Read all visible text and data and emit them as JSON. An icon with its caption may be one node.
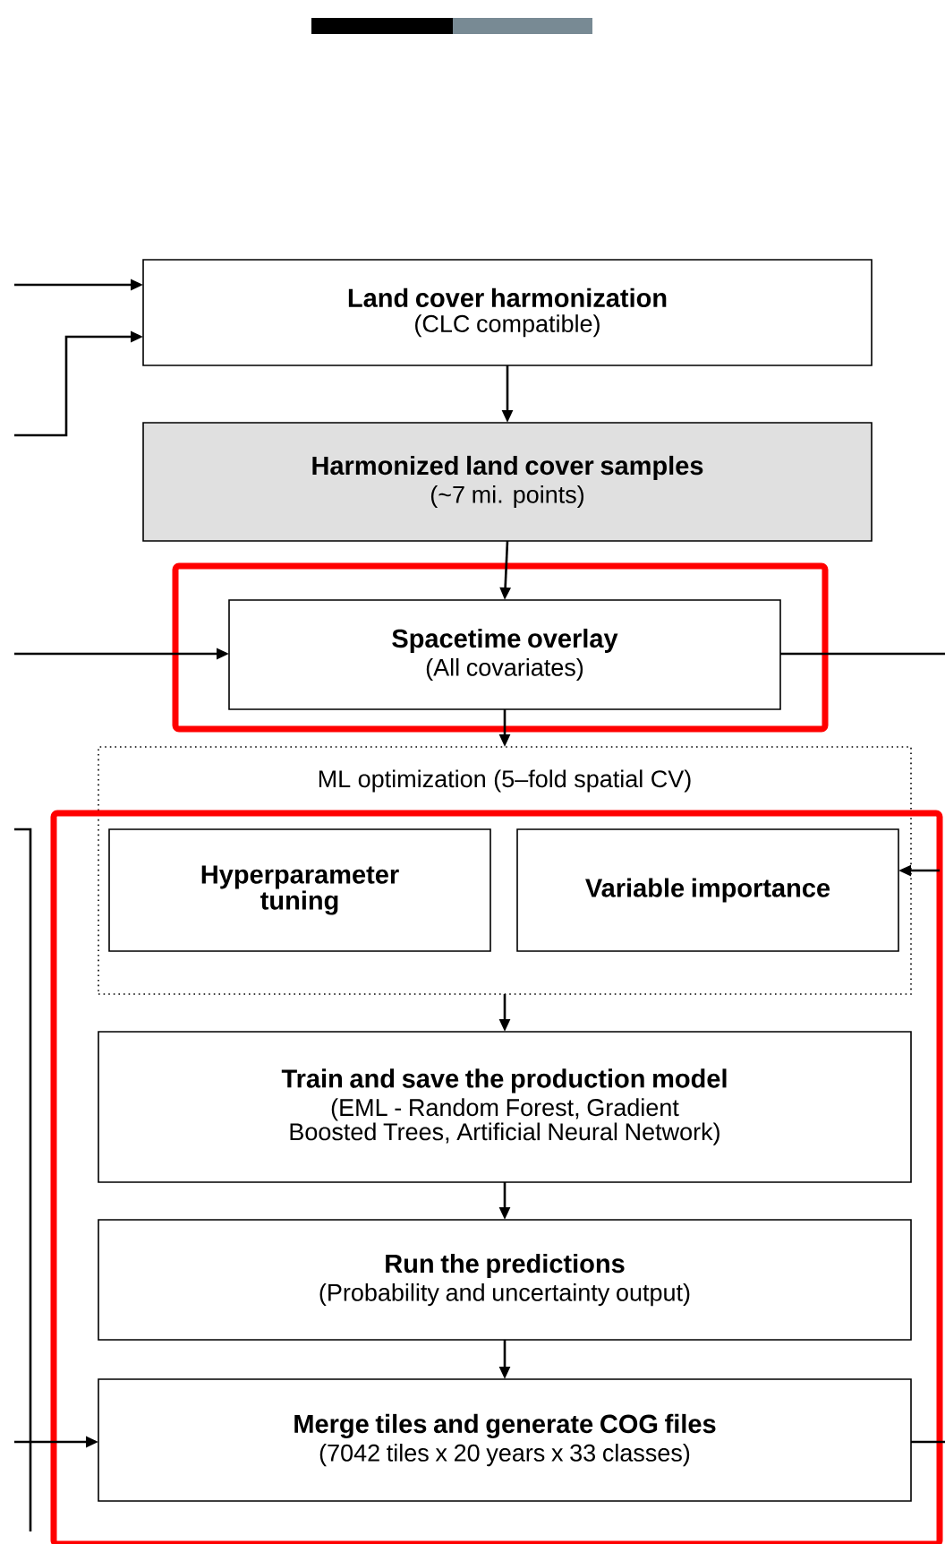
{
  "diagram": {
    "nodes": [
      {
        "text": [
          "Land cover harmonization",
          "(CLC compatible)"
        ]
      },
      {
        "text": [
          "Harmonized land cover samples",
          "(~7 mi. points)"
        ]
      },
      {
        "text": [],
        "shape": "box"
      },
      {
        "text": [
          "Spacetime overlay",
          "(All covariates)"
        ],
        "in": 2
      },
      {
        "text": [
          "ML optimization (5–fold spatial CV)"
        ]
      },
      {
        "text": [],
        "shape": "box"
      },
      {
        "text": [
          "Hyperparameter tuning"
        ]
      },
      {
        "text": [
          "Variable importance"
        ]
      },
      {
        "text": [
          "Train and save the production model",
          "(EML - Random Forest, Gradient Boosted Trees, Artificial Neural Network)"
        ],
        "in": 5
      },
      {
        "text": [
          "Run the predictions",
          "(Probability and uncertainty output)"
        ],
        "in": 5
      },
      {
        "text": [
          "Merge tiles and generate COG files",
          "(7042 tiles x 20 years x 33 classes)"
        ],
        "in": 5
      }
    ],
    "edges": [
      {
        "from": null,
        "to": 0,
        "arrow": "to"
      },
      {
        "from": null,
        "to": 0,
        "arrow": "to"
      },
      {
        "from": 0,
        "to": 1,
        "arrow": "to"
      },
      {
        "from": 1,
        "to": 3,
        "arrow": "to"
      },
      {
        "from": null,
        "to": 3,
        "arrow": "to"
      },
      {
        "from": 3,
        "to": null,
        "arrow": "none"
      },
      {
        "from": 3,
        "to": 4,
        "arrow": "to"
      },
      {
        "from": 5,
        "to": 7,
        "arrow": "to"
      },
      {
        "from": 4,
        "to": 8,
        "arrow": "to"
      },
      {
        "from": 8,
        "to": 9,
        "arrow": "to"
      },
      {
        "from": 9,
        "to": 10,
        "arrow": "to"
      },
      {
        "from": null,
        "to": 10,
        "arrow": "to"
      },
      {
        "from": 10,
        "to": null,
        "arrow": "none"
      }
    ]
  }
}
